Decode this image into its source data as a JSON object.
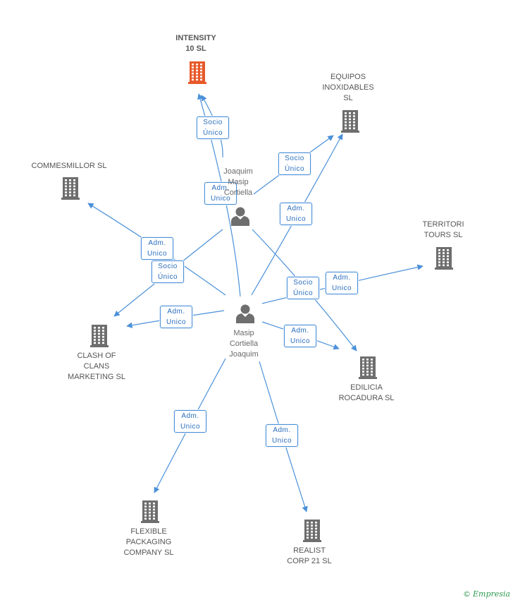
{
  "companies": [
    {
      "id": "intensity",
      "label": "INTENSITY\n10  SL",
      "color": "#e8592a",
      "focus": true
    },
    {
      "id": "equipos",
      "label": "EQUIPOS\nINOXIDABLES\nSL",
      "color": "#6e6e6e"
    },
    {
      "id": "commesmillor",
      "label": "COMMESMILLOR SL",
      "color": "#6e6e6e"
    },
    {
      "id": "territori",
      "label": "TERRITORI\nTOURS  SL",
      "color": "#6e6e6e"
    },
    {
      "id": "clash",
      "label": "CLASH OF\nCLANS\nMARKETING  SL",
      "color": "#6e6e6e"
    },
    {
      "id": "edilicia",
      "label": "EDILICIA\nROCADURA SL",
      "color": "#6e6e6e"
    },
    {
      "id": "flexible",
      "label": "FLEXIBLE\nPACKAGING\nCOMPANY SL",
      "color": "#6e6e6e"
    },
    {
      "id": "realist",
      "label": "REALIST\nCORP 21 SL",
      "color": "#6e6e6e"
    }
  ],
  "persons": [
    {
      "id": "joaquim",
      "label": "Joaquim\nMasip\nCortiella",
      "color": "#6e6e6e"
    },
    {
      "id": "masip",
      "label": "Masip\nCortiella\nJoaquim",
      "color": "#6e6e6e"
    }
  ],
  "edges": [
    {
      "from": "joaquim",
      "to": "intensity",
      "label": "Socio\nÚnico"
    },
    {
      "from": "masip",
      "to": "intensity",
      "label": "Adm.\nUnico"
    },
    {
      "from": "joaquim",
      "to": "equipos",
      "label": "Socio\nÚnico"
    },
    {
      "from": "masip",
      "to": "equipos",
      "label": "Adm.\nUnico"
    },
    {
      "from": "masip",
      "to": "commesmillor",
      "label": "Adm.\nUnico"
    },
    {
      "from": "joaquim",
      "to": "clash",
      "label": "Socio\nÚnico"
    },
    {
      "from": "masip",
      "to": "clash",
      "label": "Adm.\nUnico"
    },
    {
      "from": "joaquim",
      "to": "edilicia",
      "label": "Socio\nÚnico"
    },
    {
      "from": "masip",
      "to": "edilicia",
      "label": "Adm.\nUnico"
    },
    {
      "from": "masip",
      "to": "territori",
      "label": "Adm.\nUnico"
    },
    {
      "from": "masip",
      "to": "flexible",
      "label": "Adm.\nUnico"
    },
    {
      "from": "masip",
      "to": "realist",
      "label": "Adm.\nUnico"
    }
  ],
  "style": {
    "edge_color": "#4a90d9",
    "edge_label_text": "#2a6ebd"
  },
  "brand": {
    "copyright": "©",
    "name": "Empresia"
  }
}
